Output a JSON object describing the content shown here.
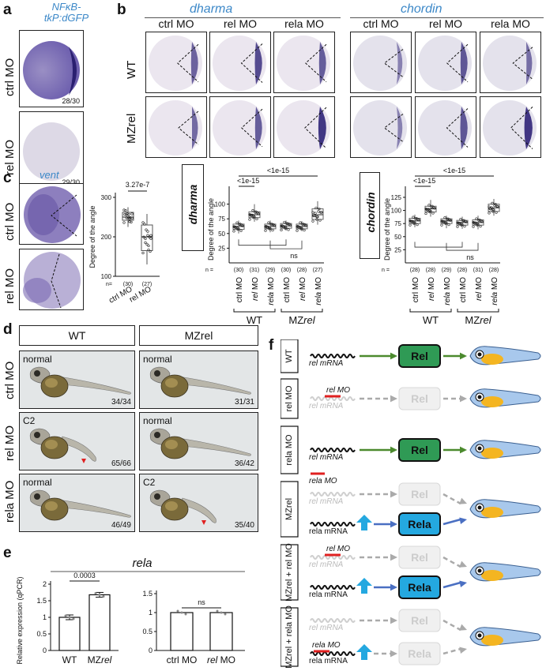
{
  "panels": {
    "a": "a",
    "b": "b",
    "c": "c",
    "d": "d",
    "e": "e",
    "f": "f"
  },
  "a": {
    "title": "NFκB-tkP:dGFP",
    "rows": [
      "ctrl MO",
      "rel MO"
    ],
    "counts": [
      "28/30",
      "29/30"
    ]
  },
  "b": {
    "genes": [
      "dharma",
      "chordin"
    ],
    "columns": [
      "ctrl MO",
      "rel MO",
      "rela MO",
      "ctrl MO",
      "rel MO",
      "rela MO"
    ],
    "rows": [
      "WT",
      "MZrel"
    ]
  },
  "c": {
    "title": "vent",
    "rows": [
      "ctrl MO",
      "rel MO"
    ],
    "ylabel": "Degree of the angle",
    "pvalue": "3.27e-7",
    "n_label": "n=",
    "groups": [
      "ctrl MO",
      "rel MO"
    ],
    "n": [
      "(30)",
      "(27)"
    ],
    "yticks": [
      "100",
      "200",
      "300"
    ],
    "chart_data": {
      "type": "box",
      "categories": [
        "ctrl MO",
        "rel MO"
      ],
      "ylabel": "Degree of the angle",
      "ylim": [
        100,
        300
      ],
      "series": [
        {
          "name": "ctrl MO",
          "median": 250,
          "q1": 242,
          "q3": 262,
          "min": 225,
          "max": 275
        },
        {
          "name": "rel MO",
          "median": 200,
          "q1": 165,
          "q3": 230,
          "min": 130,
          "max": 258
        }
      ]
    }
  },
  "bc_charts": [
    {
      "gene": "dharma",
      "ylabel": "Degree of the angle",
      "yticks": [
        "25",
        "50",
        "75",
        "100"
      ],
      "p_top": "<1e-15",
      "p_inner": "<1e-15",
      "ns": "ns",
      "n_label": "n =",
      "n": [
        "(30)",
        "(31)",
        "(29)",
        "(30)",
        "(28)",
        "(27)"
      ],
      "categories": [
        "ctrl MO",
        "rel MO",
        "rela MO",
        "ctrl MO",
        "rel MO",
        "rela MO"
      ],
      "groups": [
        "WT",
        "MZrel"
      ],
      "chart_data": {
        "type": "box",
        "ylim": [
          0,
          125
        ],
        "series": [
          {
            "median": 62,
            "q1": 57,
            "q3": 66,
            "min": 50,
            "max": 72
          },
          {
            "median": 82,
            "q1": 77,
            "q3": 87,
            "min": 70,
            "max": 100
          },
          {
            "median": 62,
            "q1": 58,
            "q3": 66,
            "min": 52,
            "max": 72
          },
          {
            "median": 63,
            "q1": 59,
            "q3": 67,
            "min": 55,
            "max": 72
          },
          {
            "median": 62,
            "q1": 58,
            "q3": 66,
            "min": 54,
            "max": 71
          },
          {
            "median": 82,
            "q1": 74,
            "q3": 92,
            "min": 65,
            "max": 105
          }
        ]
      }
    },
    {
      "gene": "chordin",
      "ylabel": "Degree of the angle",
      "yticks": [
        "25",
        "50",
        "75",
        "100",
        "125"
      ],
      "p_top": "<1e-15",
      "p_inner": "<1e-15",
      "ns": "ns",
      "n_label": "n =",
      "n": [
        "(28)",
        "(28)",
        "(29)",
        "(28)",
        "(31)",
        "(28)"
      ],
      "categories": [
        "ctrl MO",
        "rel MO",
        "rela MO",
        "ctrl MO",
        "rel MO",
        "rela MO"
      ],
      "groups": [
        "WT",
        "MZrel"
      ],
      "chart_data": {
        "type": "box",
        "ylim": [
          0,
          140
        ],
        "series": [
          {
            "median": 80,
            "q1": 75,
            "q3": 85,
            "min": 68,
            "max": 92
          },
          {
            "median": 103,
            "q1": 97,
            "q3": 108,
            "min": 88,
            "max": 120
          },
          {
            "median": 80,
            "q1": 75,
            "q3": 84,
            "min": 66,
            "max": 90
          },
          {
            "median": 77,
            "q1": 72,
            "q3": 81,
            "min": 65,
            "max": 88
          },
          {
            "median": 77,
            "q1": 72,
            "q3": 82,
            "min": 64,
            "max": 90
          },
          {
            "median": 105,
            "q1": 98,
            "q3": 112,
            "min": 90,
            "max": 122
          }
        ]
      }
    }
  ],
  "d": {
    "columns": [
      "WT",
      "MZrel"
    ],
    "rows": [
      "ctrl MO",
      "rel MO",
      "rela MO"
    ],
    "cells": [
      {
        "state": "normal",
        "count": "34/34",
        "arrow": false
      },
      {
        "state": "normal",
        "count": "31/31",
        "arrow": false
      },
      {
        "state": "C2",
        "count": "65/66",
        "arrow": true
      },
      {
        "state": "normal",
        "count": "36/42",
        "arrow": false
      },
      {
        "state": "normal",
        "count": "46/49",
        "arrow": false
      },
      {
        "state": "C2",
        "count": "35/40",
        "arrow": true
      }
    ]
  },
  "e": {
    "title": "rela",
    "ylabel": "Relative expression (qPCR)",
    "yticks": [
      "0",
      "0.5",
      "1",
      "1.5",
      "2"
    ],
    "left": {
      "categories": [
        "WT",
        "MZrel"
      ],
      "pvalue": "0.0003"
    },
    "right": {
      "categories": [
        "ctrl MO",
        "rel MO"
      ],
      "pvalue": "ns"
    },
    "chart_data": [
      {
        "type": "bar",
        "categories": [
          "WT",
          "MZrel"
        ],
        "values": [
          1.0,
          1.68
        ],
        "ylim": [
          0,
          2
        ]
      },
      {
        "type": "bar",
        "categories": [
          "ctrl MO",
          "rel MO"
        ],
        "values": [
          1.0,
          1.0
        ],
        "ylim": [
          0,
          1.5
        ]
      }
    ]
  },
  "f": {
    "rows": [
      {
        "label": "WT",
        "labels": [
          "rel mRNA"
        ],
        "mo": [],
        "protein": [
          "Rel"
        ]
      },
      {
        "label": "rel MO",
        "labels": [
          "rel mRNA"
        ],
        "mo": [
          "rel MO"
        ],
        "protein": [
          "Rel"
        ]
      },
      {
        "label": "rela MO",
        "labels": [
          "rel mRNA"
        ],
        "mo": [
          "rela MO"
        ],
        "protein": [
          "Rel"
        ]
      },
      {
        "label": "MZrel",
        "labels": [
          "rel mRNA",
          "rela mRNA"
        ],
        "mo": [],
        "protein": [
          "Rel",
          "Rela"
        ]
      },
      {
        "label": "MZrel + rel MO",
        "labels": [
          "rel mRNA",
          "rela mRNA"
        ],
        "mo": [
          "rel MO"
        ],
        "protein": [
          "Rel",
          "Rela"
        ]
      },
      {
        "label": "MZrel + rela MO",
        "labels": [
          "rel mRNA",
          "rela mRNA"
        ],
        "mo": [
          "rela MO"
        ],
        "protein": [
          "Rel",
          "Rela"
        ]
      }
    ]
  },
  "colors": {
    "accent_blue": "#3c88c8",
    "rel_green": "#2f9a55",
    "rela_blue": "#24a8e0",
    "arrow_green": "#4c8a2e",
    "arrow_blue": "#4a6fc2",
    "red": "#e02020",
    "embryo": "#3b2d7e",
    "yolk": "#f4b521"
  }
}
